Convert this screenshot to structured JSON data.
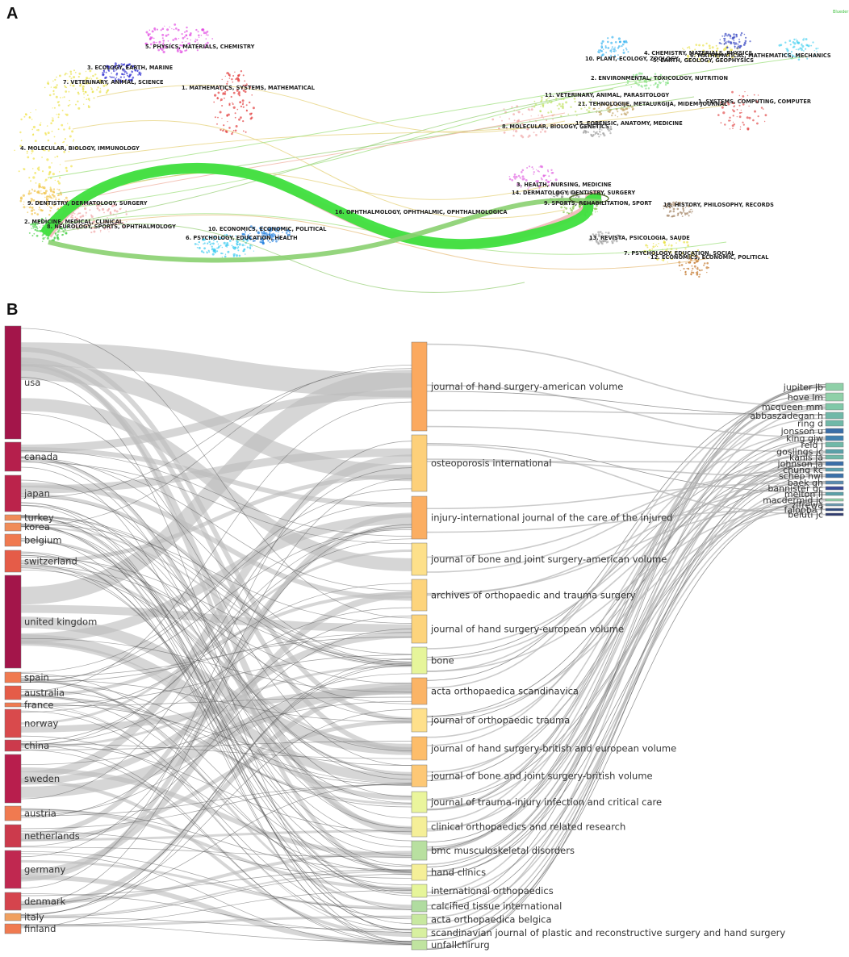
{
  "panel_a": {
    "letter": "A",
    "corner_label": "Blueder",
    "left_clusters": [
      {
        "label": "5. PHYSICS, MATERIALS, CHEMISTRY",
        "color": "#e040e0"
      },
      {
        "label": "3. ECOLOGY, EARTH, MARINE",
        "color": "#2a2ad0"
      },
      {
        "label": "7. VETERINARY, ANIMAL, SCIENCE",
        "color": "#e8e040"
      },
      {
        "label": "1. MATHEMATICS, SYSTEMS, MATHEMATICAL",
        "color": "#e03030"
      },
      {
        "label": "4. MOLECULAR, BIOLOGY, IMMUNOLOGY",
        "color": "#f0e040"
      },
      {
        "label": "9. DENTISTRY, DERMATOLOGY, SURGERY",
        "color": "#f0c040"
      },
      {
        "label": "2. MEDICINE, MEDICAL, CLINICAL",
        "color": "#40d040"
      },
      {
        "label": "8. NEUROLOGY, SPORTS, OPHTHALMOLOGY",
        "color": "#f0a0a0"
      },
      {
        "label": "10. ECONOMICS, ECONOMIC, POLITICAL",
        "color": "#2080e0"
      },
      {
        "label": "6. PSYCHOLOGY, EDUCATION, HEALTH",
        "color": "#30c8f0"
      }
    ],
    "right_clusters": [
      {
        "label": "10. PLANT, ECOLOGY, ZOOLOGY",
        "color": "#30b0f0"
      },
      {
        "label": "4. CHEMISTRY, MATERIALS, PHYSICS",
        "color": "#e8e040"
      },
      {
        "label": "5. EARTH, GEOLOGY, GEOPHYSICS",
        "color": "#3040c0"
      },
      {
        "label": "6. MATHEMATICAL, MATHEMATICS, MECHANICS",
        "color": "#40d0f0"
      },
      {
        "label": "2. ENVIRONMENTAL, TOXICOLOGY, NUTRITION",
        "color": "#80e080"
      },
      {
        "label": "11. VETERINARY, ANIMAL, PARASITOLOGY",
        "color": "#c0e060"
      },
      {
        "label": "21. TEHNOLOGIJE, METALURGIJA, MIDEM-JOURNAL",
        "color": "#c0a060"
      },
      {
        "label": "1. SYSTEMS, COMPUTING, COMPUTER",
        "color": "#e04040"
      },
      {
        "label": "15. FORENSIC, ANATOMY, MEDICINE",
        "color": "#a0a0a0"
      },
      {
        "label": "8. MOLECULAR, BIOLOGY, GENETICS",
        "color": "#f0a0a0"
      },
      {
        "label": "3. HEALTH, NURSING, MEDICINE",
        "color": "#e060e0"
      },
      {
        "label": "14. DERMATOLOGY, DENTISTRY, SURGERY",
        "color": "#808080"
      },
      {
        "label": "9. SPORTS, REHABILITATION, SPORT",
        "color": "#80c040"
      },
      {
        "label": "18. HISTORY, PHILOSOPHY, RECORDS",
        "color": "#a08060"
      },
      {
        "label": "13. REVISTA, PSICOLOGIA, SAUDE",
        "color": "#a0a0a0"
      },
      {
        "label": "7. PSYCHOLOGY, EDUCATION, SOCIAL",
        "color": "#e8e040"
      },
      {
        "label": "12. ECONOMICS, ECONOMIC, POLITICAL",
        "color": "#c07020"
      }
    ],
    "middle_label": "16. OPHTHALMOLOGY, OPHTHALMIC, OPHTHALMOLOGICA"
  },
  "panel_b": {
    "letter": "B",
    "countries": [
      {
        "name": "usa",
        "color": "#a3154a"
      },
      {
        "name": "canada",
        "color": "#b51f4c"
      },
      {
        "name": "japan",
        "color": "#bb234b"
      },
      {
        "name": "turkey",
        "color": "#f08c58"
      },
      {
        "name": "korea",
        "color": "#f08c58"
      },
      {
        "name": "belgium",
        "color": "#f07a50"
      },
      {
        "name": "switzerland",
        "color": "#e55c48"
      },
      {
        "name": "united kingdom",
        "color": "#a3154a"
      },
      {
        "name": "spain",
        "color": "#f07a50"
      },
      {
        "name": "australia",
        "color": "#e55c48"
      },
      {
        "name": "france",
        "color": "#f07a50"
      },
      {
        "name": "norway",
        "color": "#d94a4c"
      },
      {
        "name": "china",
        "color": "#cc3a4c"
      },
      {
        "name": "sweden",
        "color": "#b81e4d"
      },
      {
        "name": "austria",
        "color": "#f07a50"
      },
      {
        "name": "netherlands",
        "color": "#cc3a4c"
      },
      {
        "name": "germany",
        "color": "#c02850"
      },
      {
        "name": "denmark",
        "color": "#d5444d"
      },
      {
        "name": "italy",
        "color": "#f0a060"
      },
      {
        "name": "finland",
        "color": "#f07a50"
      }
    ],
    "journals": [
      {
        "name": "journal of hand surgery-american volume",
        "color": "#fba95f"
      },
      {
        "name": "osteoporosis international",
        "color": "#fdd07a"
      },
      {
        "name": "injury-international journal of the care of the injured",
        "color": "#fbae62"
      },
      {
        "name": "journal of bone and joint surgery-american volume",
        "color": "#fde08a"
      },
      {
        "name": "archives of orthopaedic and trauma surgery",
        "color": "#fdd47c"
      },
      {
        "name": "journal of hand surgery-european volume",
        "color": "#fdd47c"
      },
      {
        "name": "bone",
        "color": "#e6f59a"
      },
      {
        "name": "acta orthopaedica scandinavica",
        "color": "#fbb466"
      },
      {
        "name": "journal of orthopaedic trauma",
        "color": "#fee08b"
      },
      {
        "name": "journal of hand surgery-british and european volume",
        "color": "#fdbd6a"
      },
      {
        "name": "journal of bone and joint surgery-british volume",
        "color": "#fdc876"
      },
      {
        "name": "journal of trauma-injury infection and critical care",
        "color": "#eaf59c"
      },
      {
        "name": "clinical orthopaedics and related research",
        "color": "#f5ef98"
      },
      {
        "name": "bmc musculoskeletal disorders",
        "color": "#b8e0a0"
      },
      {
        "name": "hand clinics",
        "color": "#f5ef98"
      },
      {
        "name": "international orthopaedics",
        "color": "#e6f59a"
      },
      {
        "name": "calcified tissue international",
        "color": "#b0dca0"
      },
      {
        "name": "acta orthopaedica belgica",
        "color": "#c8e8a0"
      },
      {
        "name": "scandinavian journal of plastic and reconstructive surgery and hand surgery",
        "color": "#d8f0a0"
      },
      {
        "name": "unfallchirurg",
        "color": "#c0e4a0"
      }
    ],
    "authors": [
      {
        "name": "jupiter jb",
        "color": "#8fd0a8"
      },
      {
        "name": "hove lm",
        "color": "#8fd0a8"
      },
      {
        "name": "mcqueen mm",
        "color": "#80c8a8"
      },
      {
        "name": "abbaszadegan h",
        "color": "#70b8a8"
      },
      {
        "name": "ring d",
        "color": "#70b8a8"
      },
      {
        "name": "jonsson u",
        "color": "#3a6ea8"
      },
      {
        "name": "king gjw",
        "color": "#4080b0"
      },
      {
        "name": "reid j",
        "color": "#70b8a8"
      },
      {
        "name": "goslings jc",
        "color": "#5aa0a8"
      },
      {
        "name": "kanis ja",
        "color": "#70b8a8"
      },
      {
        "name": "johnson ja",
        "color": "#3a6ea8"
      },
      {
        "name": "chung kc",
        "color": "#5aa0b0"
      },
      {
        "name": "schep nwl",
        "color": "#3a70a8"
      },
      {
        "name": "baek gh",
        "color": "#5a8ab0"
      },
      {
        "name": "bannister gc",
        "color": "#3a4a98"
      },
      {
        "name": "melton lj",
        "color": "#5aa0a8"
      },
      {
        "name": "macdermid jc",
        "color": "#8fd0a8"
      },
      {
        "name": "zifrewa",
        "color": "#6a9ab0"
      },
      {
        "name": "falopba f",
        "color": "#2e4a80"
      },
      {
        "name": "beluti jc",
        "color": "#2e3a70"
      }
    ]
  }
}
